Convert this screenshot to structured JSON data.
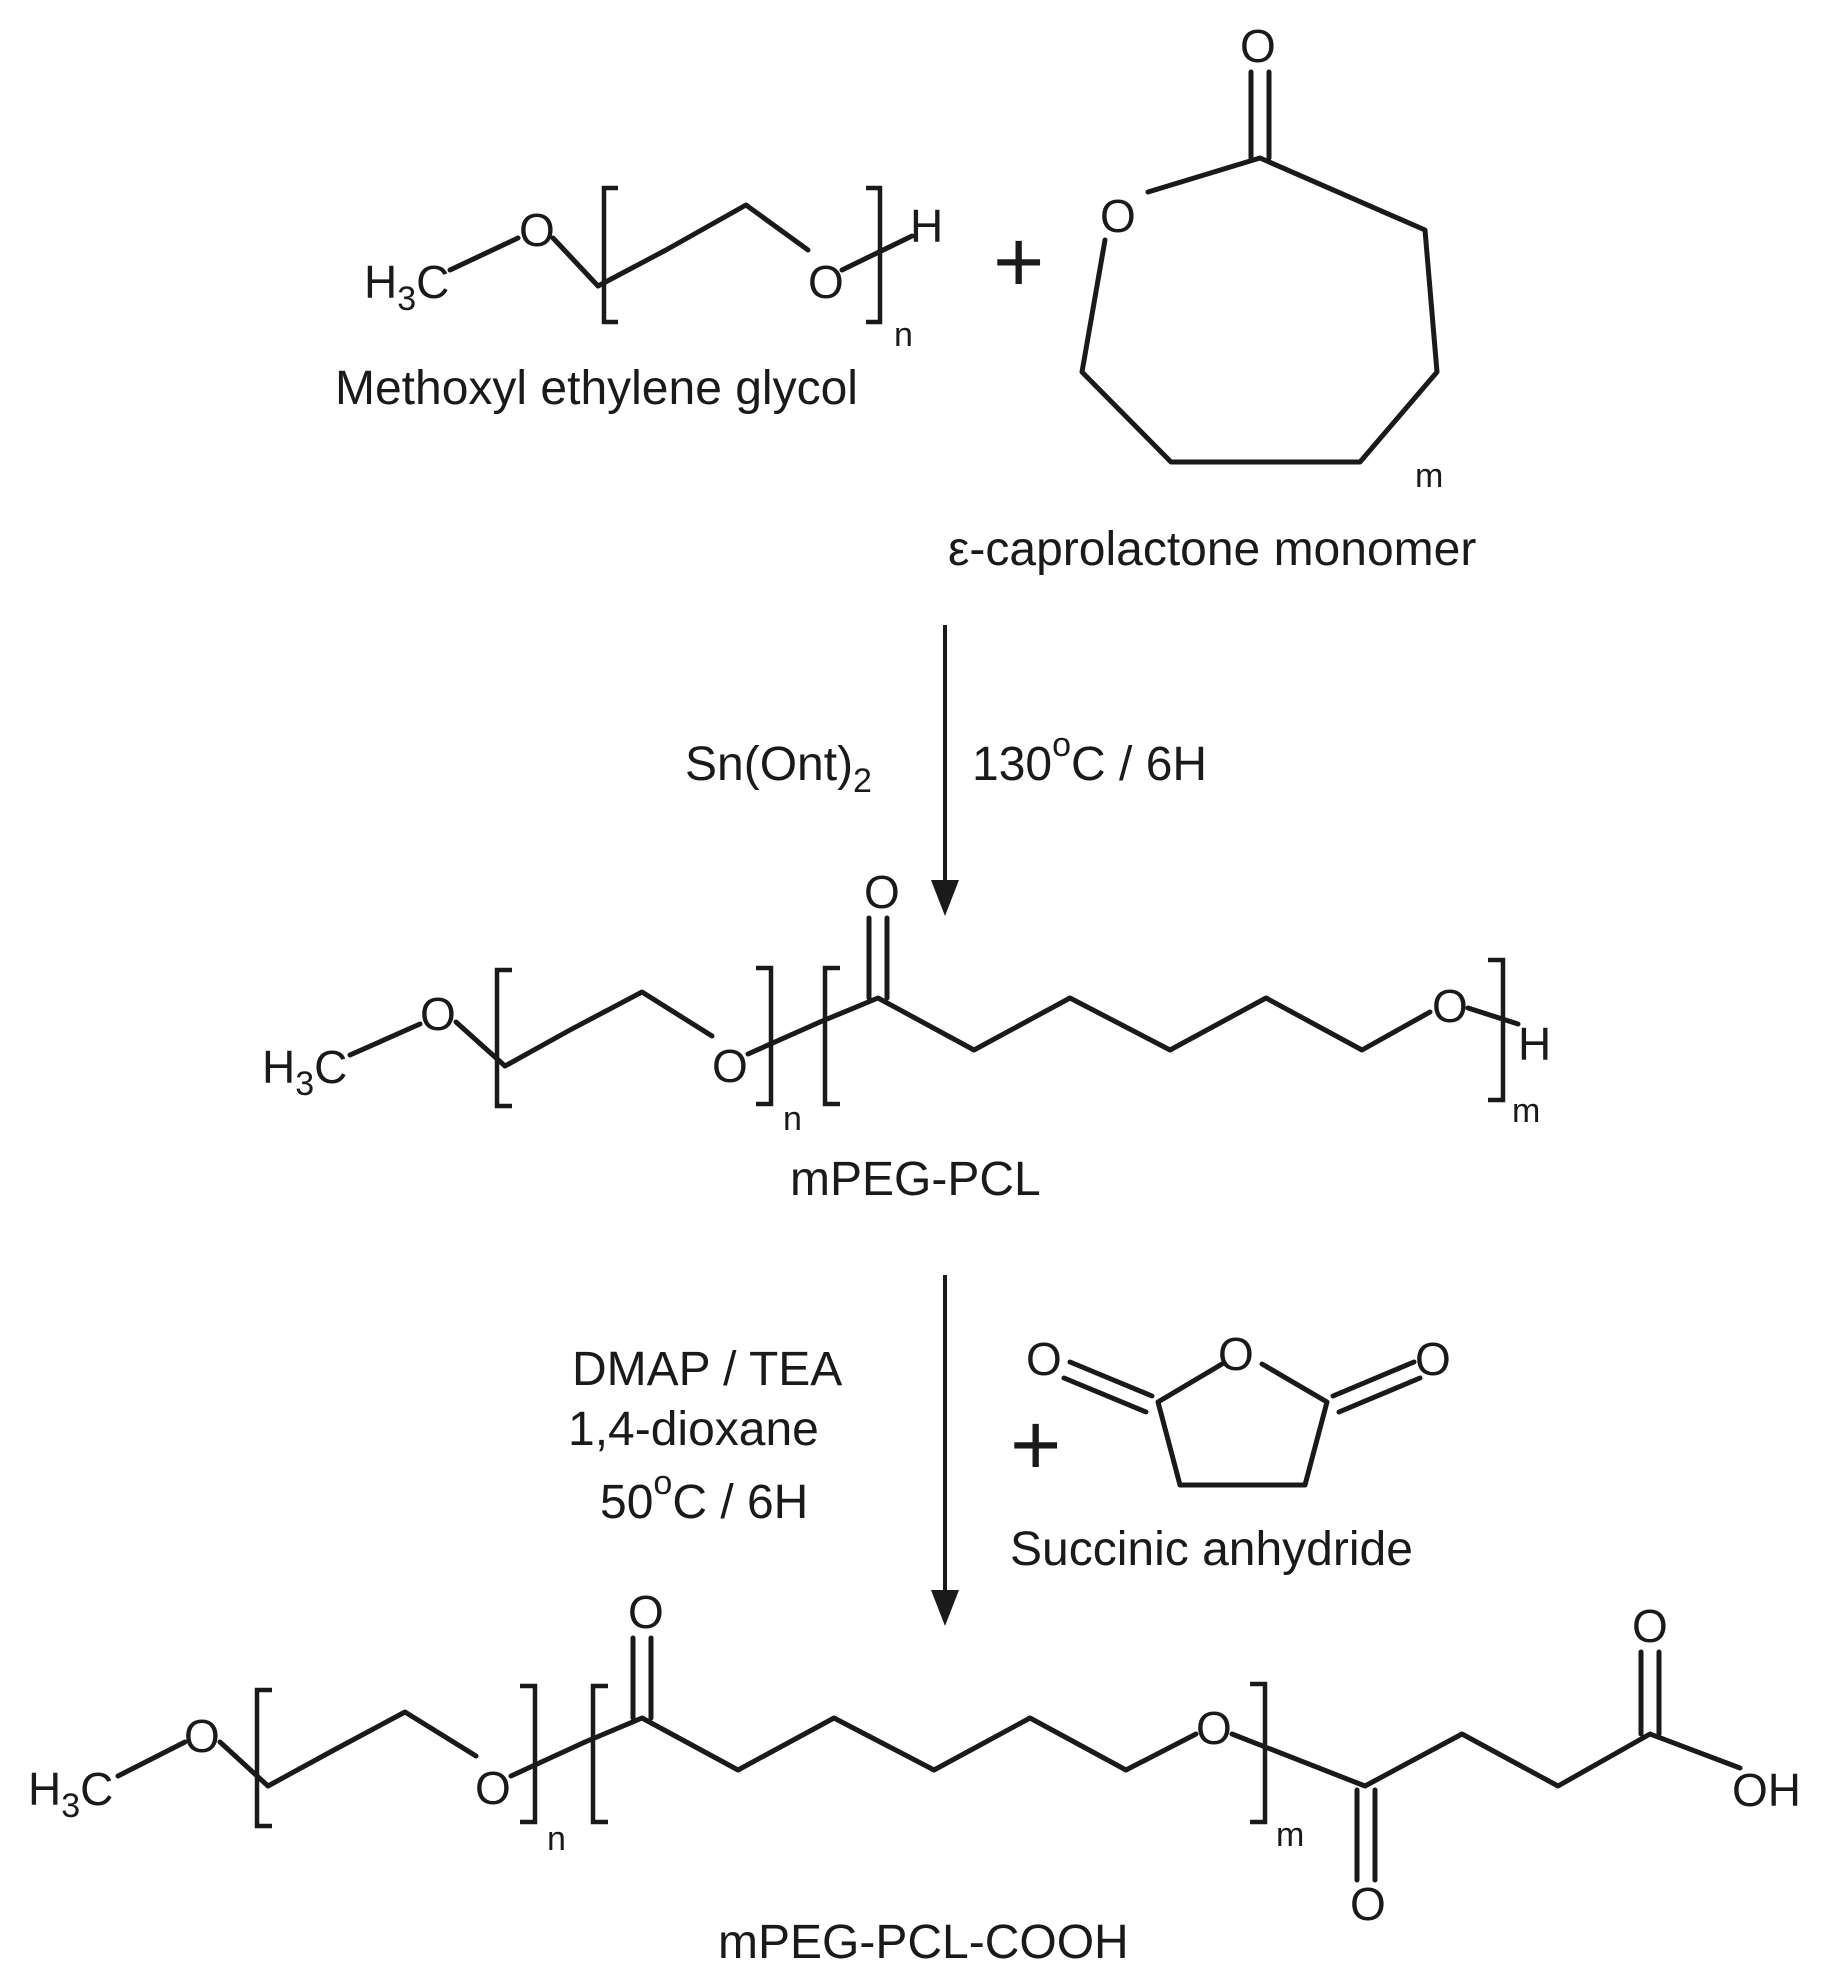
{
  "reactants": {
    "peg": {
      "name": "Methoxyl ethylene glycol",
      "ch3": "H",
      "ch3_sub": "3",
      "ch3_c": "C",
      "oxygen": "O",
      "terminal_h": "H",
      "repeat_n": "n"
    },
    "plus_1": "+",
    "caprolactone": {
      "name": "ε-caprolactone monomer",
      "oxygen_ring": "O",
      "oxygen_carbonyl": "O",
      "repeat_m": "m"
    }
  },
  "step1": {
    "catalyst": "Sn(Ont)",
    "catalyst_sub": "2",
    "conditions_temp": "130",
    "conditions_deg": "o",
    "conditions_rest": "C / 6H"
  },
  "intermediate": {
    "name": "mPEG-PCL",
    "ch3": "H",
    "ch3_sub": "3",
    "ch3_c": "C",
    "oxygen": "O",
    "terminal_h": "H",
    "repeat_n": "n",
    "repeat_m": "m"
  },
  "step2": {
    "reagent_1": "DMAP / TEA",
    "reagent_2": "1,4-dioxane",
    "conditions_temp": "50",
    "conditions_deg": "o",
    "conditions_rest": "C / 6H",
    "plus": "+",
    "anhydride_name": "Succinic anhydride",
    "anhydride_oxygen": "O"
  },
  "product": {
    "name": "mPEG-PCL-COOH",
    "ch3": "H",
    "ch3_sub": "3",
    "ch3_c": "C",
    "oxygen": "O",
    "hydroxyl": "OH",
    "repeat_n": "n",
    "repeat_m": "m"
  }
}
